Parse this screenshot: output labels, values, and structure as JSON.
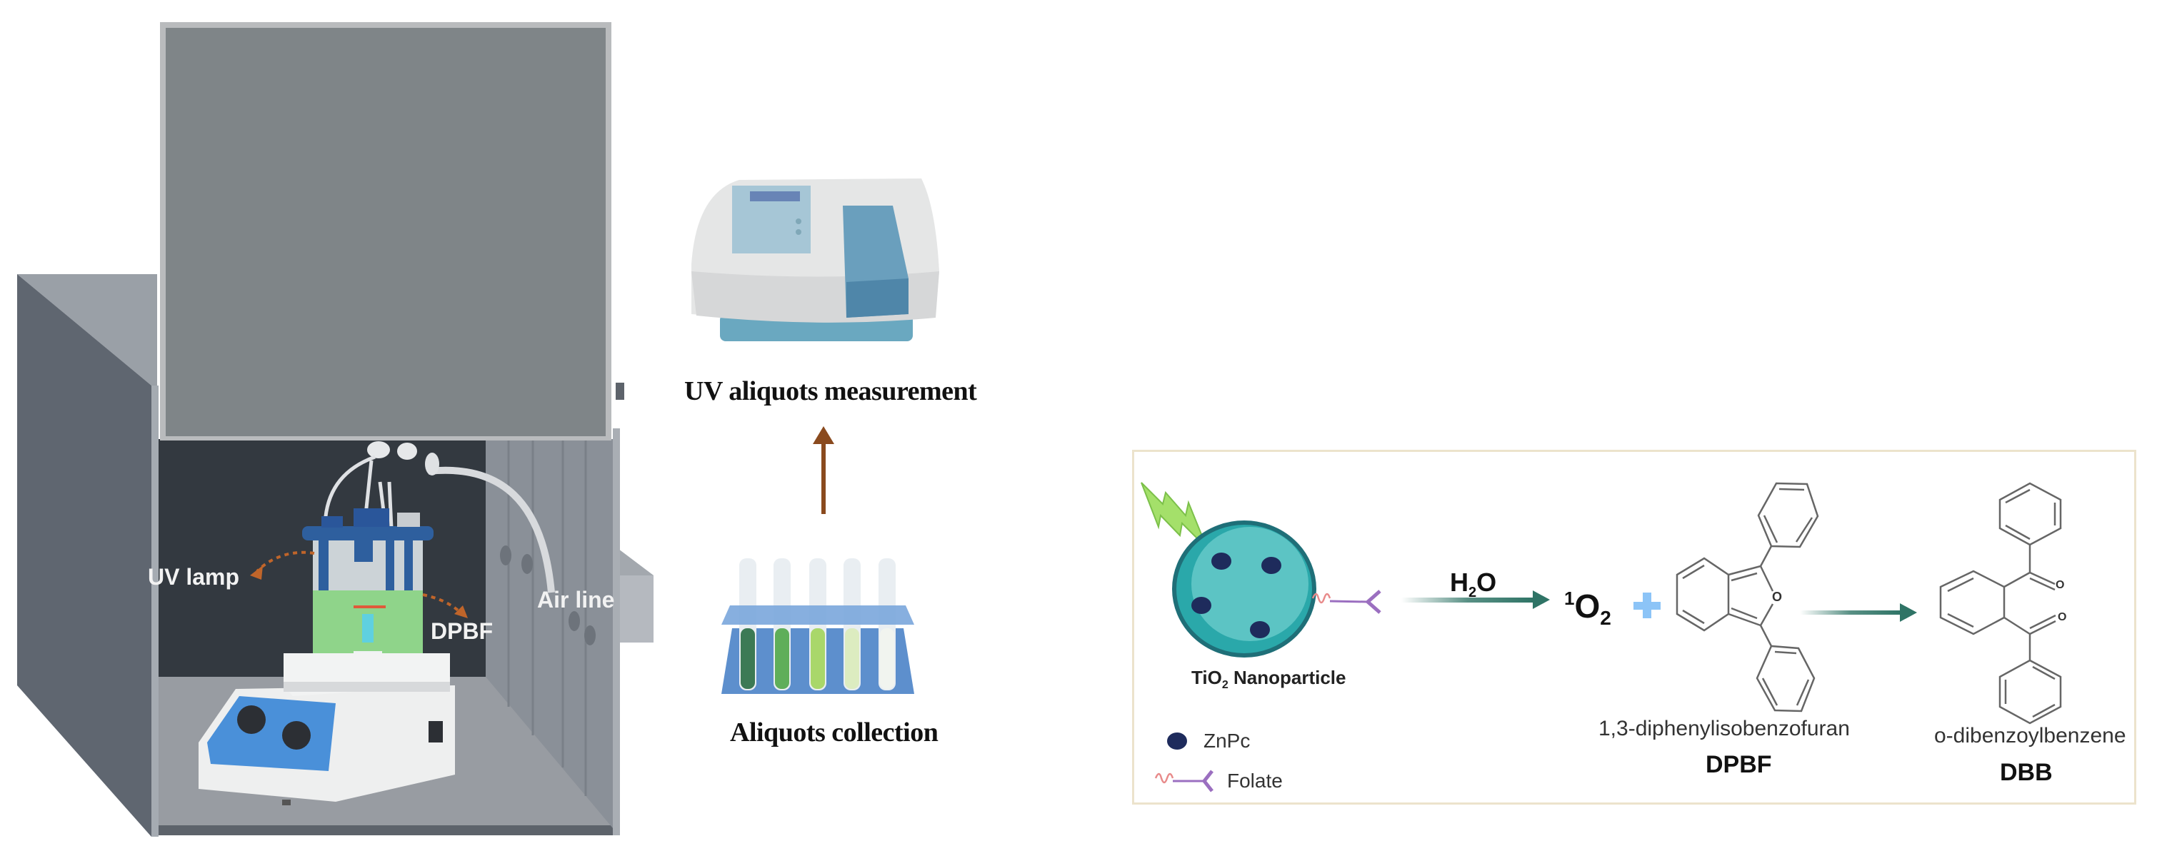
{
  "setup": {
    "labels": {
      "uv_lamp": "UV lamp",
      "dpbf": "DPBF",
      "air_line": "Air line"
    },
    "colors": {
      "lid": "#7f8588",
      "lid_frame": "#b9bbbd",
      "side_panel": "#5f6670",
      "back_wall": "#333940",
      "floor": "#989ca2",
      "right_wall": "#8a9098",
      "liquid": "#8fd48a",
      "beaker_cap": "#2e5f9e",
      "stirrer_panel": "#4a90d9",
      "uv_arrow": "#c0652a"
    }
  },
  "workflow": {
    "spectrophotometer_label": "UV aliquots measurement",
    "collection_label": "Aliquots collection",
    "arrow_color": "#8a4a1e",
    "tube_colors": [
      "#3c7a55",
      "#5fae5a",
      "#a9d76a",
      "#dcecc0",
      "#f1f4ef"
    ]
  },
  "reaction": {
    "nanoparticle_label_prefix": "TiO",
    "nanoparticle_label_sub": "2",
    "nanoparticle_label_suffix": " Nanoparticle",
    "reagent_main": "H",
    "reagent_sub": "2",
    "reagent_tail": "O",
    "singlet_sup": "1",
    "singlet_main": "O",
    "singlet_sub": "2",
    "plus": "+",
    "oxygen_atom": "O",
    "dpbf_name": "1,3-diphenylisobenzofuran",
    "dpbf_abbr": "DPBF",
    "dbb_name": "o-dibenzoylbenzene",
    "dbb_abbr": "DBB",
    "legend": [
      {
        "label": "ZnPc",
        "icon": "dark-dot-icon"
      },
      {
        "label": "Folate",
        "icon": "folate-linker-icon"
      }
    ],
    "colors": {
      "box_border": "#ece3cc",
      "arrow": "#2f7466",
      "plus": "#8cc4f7",
      "sphere": "#5cc4c4",
      "sphere_edge": "#1f6f78",
      "znpc": "#1e2b5c",
      "lightning": "#a4e06a",
      "folate_wave": "#e88a8a",
      "folate_fork": "#9b6fc0"
    }
  }
}
